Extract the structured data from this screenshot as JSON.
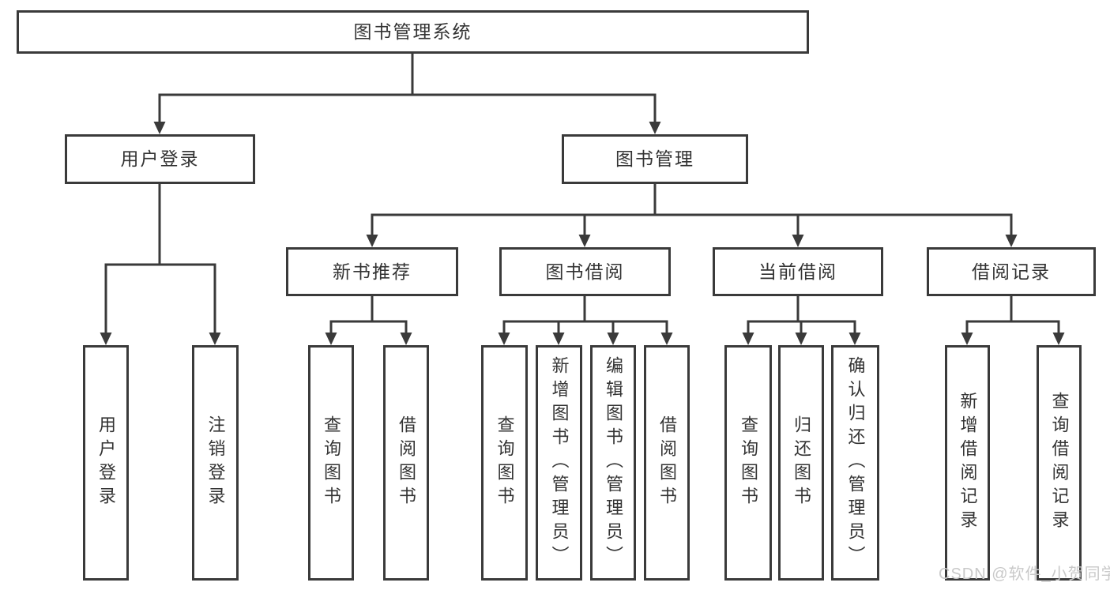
{
  "title": "图书管理系统",
  "tree": {
    "user": {
      "label": "用户登录",
      "leaves": [
        "用户登录",
        "注销登录"
      ]
    },
    "book": {
      "label": "图书管理",
      "groups": [
        {
          "label": "新书推荐",
          "leaves": [
            "查询图书",
            "借阅图书"
          ]
        },
        {
          "label": "图书借阅",
          "leaves": [
            "查询图书",
            "新增图书（管理员）",
            "编辑图书（管理员）",
            "借阅图书"
          ]
        },
        {
          "label": "当前借阅",
          "leaves": [
            "查询图书",
            "归还图书",
            "确认归还（管理员）"
          ]
        },
        {
          "label": "借阅记录",
          "leaves": [
            "新增借阅记录",
            "查询借阅记录"
          ]
        }
      ]
    }
  },
  "watermark": "CSDN @软件_小贺同学",
  "colors": {
    "line": "#3a3a3a",
    "text": "#333333",
    "background": "#ffffff",
    "watermark": "#c9c9c9"
  }
}
